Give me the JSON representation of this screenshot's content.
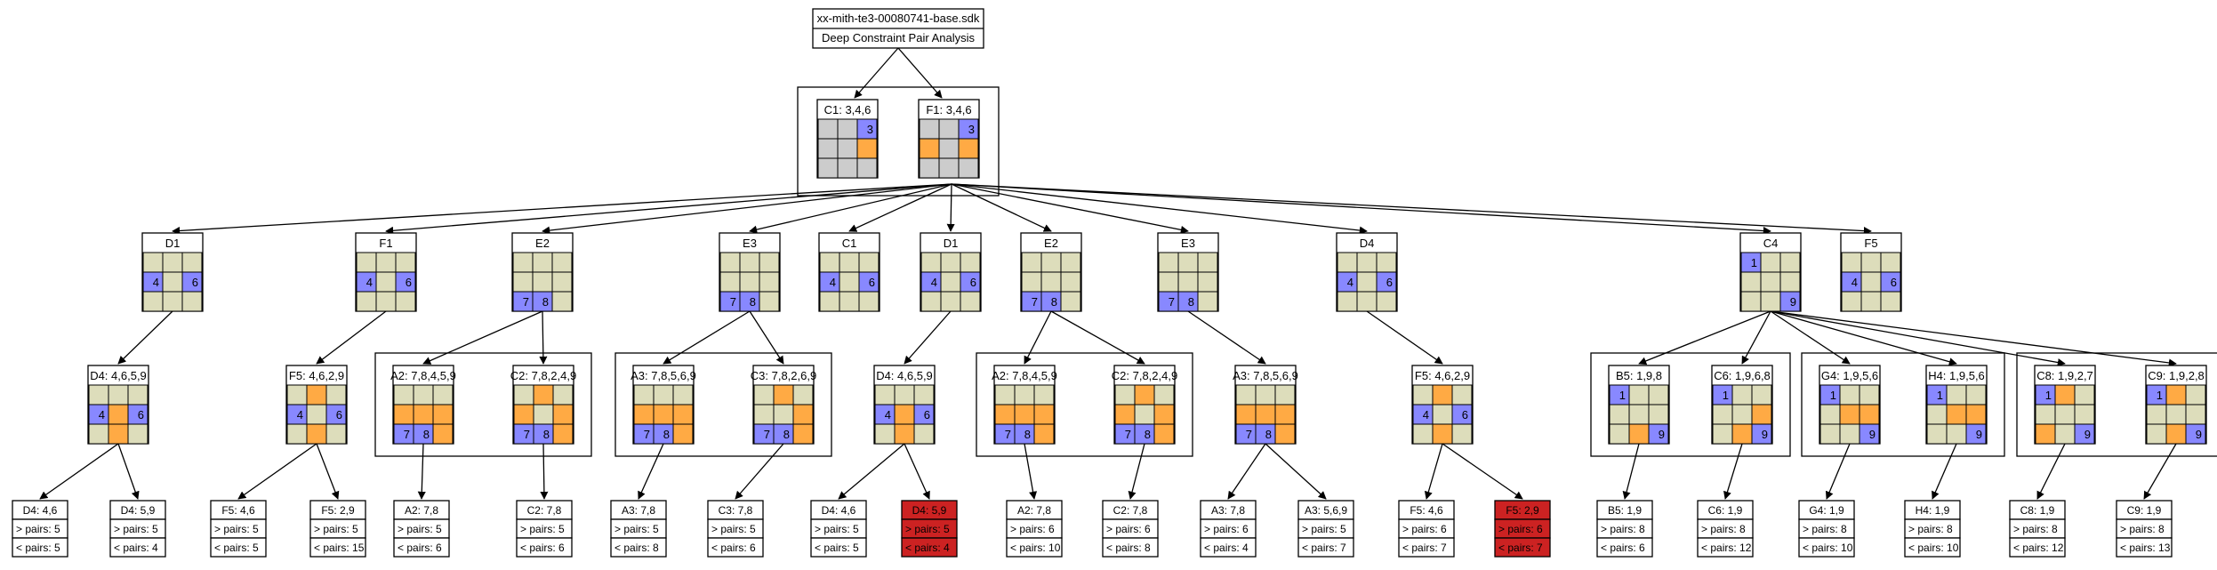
{
  "header": {
    "title": "xx-mith-te3-00080741-base.sdk",
    "subtitle": "Deep Constraint Pair Analysis"
  },
  "colors": {
    "empty": "#ddddbb",
    "gray": "#cccccc",
    "blue": "#8888ff",
    "orange": "#ffaa44",
    "red": "#cc2222"
  },
  "root": [
    {
      "id": "c1",
      "label": "C1: 3,4,6",
      "cells": [
        "g",
        "g",
        "b3",
        "g",
        "g",
        "o",
        "g",
        "g",
        "g"
      ]
    },
    {
      "id": "f1",
      "label": "F1: 3,4,6",
      "cells": [
        "g",
        "g",
        "b3",
        "o",
        "g",
        "o",
        "g",
        "g",
        "g"
      ]
    }
  ],
  "level2": [
    {
      "id": "l2_d1",
      "label": "D1",
      "cells": [
        "e",
        "e",
        "e",
        "b4",
        "e",
        "b6",
        "e",
        "e",
        "e"
      ]
    },
    {
      "id": "l2_f1",
      "label": "F1",
      "cells": [
        "e",
        "e",
        "e",
        "b4",
        "e",
        "b6",
        "e",
        "e",
        "e"
      ]
    },
    {
      "id": "l2_e2",
      "label": "E2",
      "cells": [
        "e",
        "e",
        "e",
        "e",
        "e",
        "e",
        "b7",
        "b8",
        "e"
      ]
    },
    {
      "id": "l2_e3",
      "label": "E3",
      "cells": [
        "e",
        "e",
        "e",
        "e",
        "e",
        "e",
        "b7",
        "b8",
        "e"
      ]
    },
    {
      "id": "l2_c1",
      "label": "C1",
      "cells": [
        "e",
        "e",
        "e",
        "b4",
        "e",
        "b6",
        "e",
        "e",
        "e"
      ]
    },
    {
      "id": "l2_d1b",
      "label": "D1",
      "cells": [
        "e",
        "e",
        "e",
        "b4",
        "e",
        "b6",
        "e",
        "e",
        "e"
      ]
    },
    {
      "id": "l2_e2b",
      "label": "E2",
      "cells": [
        "e",
        "e",
        "e",
        "e",
        "e",
        "e",
        "b7",
        "b8",
        "e"
      ]
    },
    {
      "id": "l2_e3b",
      "label": "E3",
      "cells": [
        "e",
        "e",
        "e",
        "e",
        "e",
        "e",
        "b7",
        "b8",
        "e"
      ]
    },
    {
      "id": "l2_d4",
      "label": "D4",
      "cells": [
        "e",
        "e",
        "e",
        "b4",
        "e",
        "b6",
        "e",
        "e",
        "e"
      ]
    },
    {
      "id": "l2_c4",
      "label": "C4",
      "cells": [
        "b1",
        "e",
        "e",
        "e",
        "e",
        "e",
        "e",
        "e",
        "b9"
      ]
    },
    {
      "id": "l2_f5",
      "label": "F5",
      "cells": [
        "e",
        "e",
        "e",
        "b4",
        "e",
        "b6",
        "e",
        "e",
        "e"
      ]
    }
  ],
  "level3": [
    {
      "id": "l3_1",
      "label": "D4: 4,6,5,9",
      "cells": [
        "e",
        "e",
        "e",
        "b4",
        "o",
        "b6",
        "e",
        "o",
        "e"
      ]
    },
    {
      "id": "l3_2",
      "label": "F5: 4,6,2,9",
      "cells": [
        "e",
        "o",
        "e",
        "b4",
        "e",
        "b6",
        "e",
        "o",
        "e"
      ]
    },
    {
      "id": "l3_3",
      "label": "A2: 7,8,4,5,9",
      "cells": [
        "e",
        "e",
        "e",
        "o",
        "o",
        "o",
        "b7",
        "b8",
        "o"
      ]
    },
    {
      "id": "l3_4",
      "label": "C2: 7,8,2,4,9",
      "cells": [
        "e",
        "o",
        "e",
        "o",
        "e",
        "o",
        "b7",
        "b8",
        "o"
      ]
    },
    {
      "id": "l3_5",
      "label": "A3: 7,8,5,6,9",
      "cells": [
        "e",
        "e",
        "e",
        "o",
        "o",
        "o",
        "b7",
        "b8",
        "o"
      ]
    },
    {
      "id": "l3_6",
      "label": "C3: 7,8,2,6,9",
      "cells": [
        "e",
        "o",
        "e",
        "e",
        "e",
        "o",
        "b7",
        "b8",
        "o"
      ]
    },
    {
      "id": "l3_7",
      "label": "D4: 4,6,5,9",
      "cells": [
        "e",
        "e",
        "e",
        "b4",
        "o",
        "b6",
        "e",
        "o",
        "e"
      ]
    },
    {
      "id": "l3_8",
      "label": "A2: 7,8,4,5,9",
      "cells": [
        "e",
        "e",
        "e",
        "o",
        "o",
        "o",
        "b7",
        "b8",
        "o"
      ]
    },
    {
      "id": "l3_9",
      "label": "C2: 7,8,2,4,9",
      "cells": [
        "e",
        "o",
        "e",
        "o",
        "e",
        "o",
        "b7",
        "b8",
        "o"
      ]
    },
    {
      "id": "l3_10",
      "label": "A3: 7,8,5,6,9",
      "cells": [
        "e",
        "e",
        "e",
        "o",
        "o",
        "o",
        "b7",
        "b8",
        "o"
      ]
    },
    {
      "id": "l3_11",
      "label": "F5: 4,6,2,9",
      "cells": [
        "e",
        "o",
        "e",
        "b4",
        "e",
        "b6",
        "e",
        "o",
        "e"
      ]
    },
    {
      "id": "l3_12",
      "label": "B5: 1,9,8",
      "cells": [
        "b1",
        "e",
        "e",
        "e",
        "e",
        "e",
        "e",
        "o",
        "b9"
      ]
    },
    {
      "id": "l3_13",
      "label": "C6: 1,9,6,8",
      "cells": [
        "b1",
        "e",
        "e",
        "e",
        "e",
        "o",
        "e",
        "o",
        "b9"
      ]
    },
    {
      "id": "l3_14",
      "label": "G4: 1,9,5,6",
      "cells": [
        "b1",
        "e",
        "e",
        "e",
        "o",
        "o",
        "e",
        "e",
        "b9"
      ]
    },
    {
      "id": "l3_15",
      "label": "H4: 1,9,5,6",
      "cells": [
        "b1",
        "e",
        "e",
        "e",
        "o",
        "o",
        "e",
        "e",
        "b9"
      ]
    },
    {
      "id": "l3_16",
      "label": "C8: 1,9,2,7",
      "cells": [
        "b1",
        "o",
        "e",
        "e",
        "e",
        "e",
        "o",
        "e",
        "b9"
      ]
    },
    {
      "id": "l3_17",
      "label": "C9: 1,9,2,8",
      "cells": [
        "b1",
        "o",
        "e",
        "e",
        "e",
        "e",
        "e",
        "o",
        "b9"
      ]
    }
  ],
  "leaves": [
    {
      "label": "D4: 4,6",
      "gt": "> pairs: 5",
      "lt": "< pairs: 5",
      "bad": false
    },
    {
      "label": "D4: 5,9",
      "gt": "> pairs: 5",
      "lt": "< pairs: 4",
      "bad": false
    },
    {
      "label": "F5: 4,6",
      "gt": "> pairs: 5",
      "lt": "< pairs: 5",
      "bad": false
    },
    {
      "label": "F5: 2,9",
      "gt": "> pairs: 5",
      "lt": "< pairs: 15",
      "bad": false
    },
    {
      "label": "A2: 7,8",
      "gt": "> pairs: 5",
      "lt": "< pairs: 6",
      "bad": false
    },
    {
      "label": "C2: 7,8",
      "gt": "> pairs: 5",
      "lt": "< pairs: 6",
      "bad": false
    },
    {
      "label": "A3: 7,8",
      "gt": "> pairs: 5",
      "lt": "< pairs: 8",
      "bad": false
    },
    {
      "label": "C3: 7,8",
      "gt": "> pairs: 5",
      "lt": "< pairs: 6",
      "bad": false
    },
    {
      "label": "D4: 4,6",
      "gt": "> pairs: 5",
      "lt": "< pairs: 5",
      "bad": false
    },
    {
      "label": "D4: 5,9",
      "gt": "> pairs: 5",
      "lt": "< pairs: 4",
      "bad": true
    },
    {
      "label": "A2: 7,8",
      "gt": "> pairs: 6",
      "lt": "< pairs: 10",
      "bad": false
    },
    {
      "label": "C2: 7,8",
      "gt": "> pairs: 6",
      "lt": "< pairs: 8",
      "bad": false
    },
    {
      "label": "A3: 7,8",
      "gt": "> pairs: 6",
      "lt": "< pairs: 4",
      "bad": false
    },
    {
      "label": "A3: 5,6,9",
      "gt": "> pairs: 5",
      "lt": "< pairs: 7",
      "bad": false
    },
    {
      "label": "F5: 4,6",
      "gt": "> pairs: 6",
      "lt": "< pairs: 7",
      "bad": false
    },
    {
      "label": "F5: 2,9",
      "gt": "> pairs: 6",
      "lt": "< pairs: 7",
      "bad": true
    },
    {
      "label": "B5: 1,9",
      "gt": "> pairs: 8",
      "lt": "< pairs: 6",
      "bad": false
    },
    {
      "label": "C6: 1,9",
      "gt": "> pairs: 8",
      "lt": "< pairs: 12",
      "bad": false
    },
    {
      "label": "G4: 1,9",
      "gt": "> pairs: 8",
      "lt": "< pairs: 10",
      "bad": false
    },
    {
      "label": "H4: 1,9",
      "gt": "> pairs: 8",
      "lt": "< pairs: 10",
      "bad": false
    },
    {
      "label": "C8: 1,9",
      "gt": "> pairs: 8",
      "lt": "< pairs: 12",
      "bad": false
    },
    {
      "label": "C9: 1,9",
      "gt": "> pairs: 8",
      "lt": "< pairs: 13",
      "bad": false
    }
  ]
}
